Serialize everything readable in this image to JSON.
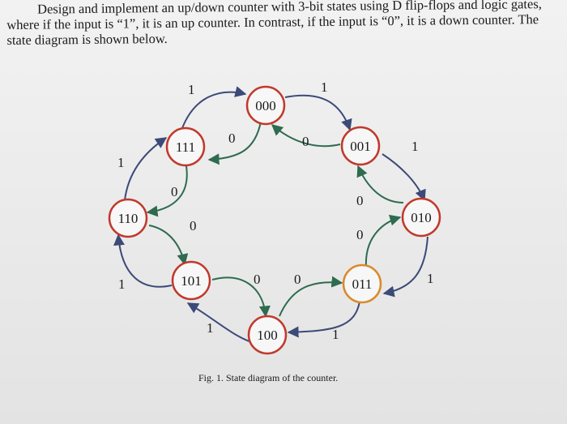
{
  "problem": {
    "text": "Design and implement an up/down counter with 3-bit states using D flip-flops and logic gates, where if the input is “1”, it is an up counter. In contrast, if the input is “0”, it is a down counter. The state diagram is shown below."
  },
  "states": [
    {
      "id": "s000",
      "label": "000"
    },
    {
      "id": "s001",
      "label": "001"
    },
    {
      "id": "s010",
      "label": "010"
    },
    {
      "id": "s011",
      "label": "011"
    },
    {
      "id": "s100",
      "label": "100"
    },
    {
      "id": "s101",
      "label": "101"
    },
    {
      "id": "s110",
      "label": "110"
    },
    {
      "id": "s111",
      "label": "111"
    }
  ],
  "edges": [
    {
      "from": "000",
      "to": "001",
      "label": "1"
    },
    {
      "from": "001",
      "to": "010",
      "label": "1"
    },
    {
      "from": "010",
      "to": "011",
      "label": "1"
    },
    {
      "from": "011",
      "to": "100",
      "label": "1"
    },
    {
      "from": "100",
      "to": "101",
      "label": "1"
    },
    {
      "from": "101",
      "to": "110",
      "label": "1"
    },
    {
      "from": "110",
      "to": "111",
      "label": "1"
    },
    {
      "from": "111",
      "to": "000",
      "label": "1"
    },
    {
      "from": "000",
      "to": "111",
      "label": "0"
    },
    {
      "from": "111",
      "to": "110",
      "label": "0"
    },
    {
      "from": "110",
      "to": "101",
      "label": "0"
    },
    {
      "from": "101",
      "to": "100",
      "label": "0"
    },
    {
      "from": "100",
      "to": "011",
      "label": "0"
    },
    {
      "from": "011",
      "to": "010",
      "label": "0"
    },
    {
      "from": "010",
      "to": "001",
      "label": "0"
    },
    {
      "from": "001",
      "to": "000",
      "label": "0"
    }
  ],
  "caption": "Fig. 1. State diagram of the counter.",
  "colors": {
    "node_ring": "#c0392b",
    "node_ring_alt": "#d98a2b",
    "node_fill": "#f7f7f7",
    "edge_up": "#3c4a78",
    "edge_down": "#2e6b4f"
  }
}
